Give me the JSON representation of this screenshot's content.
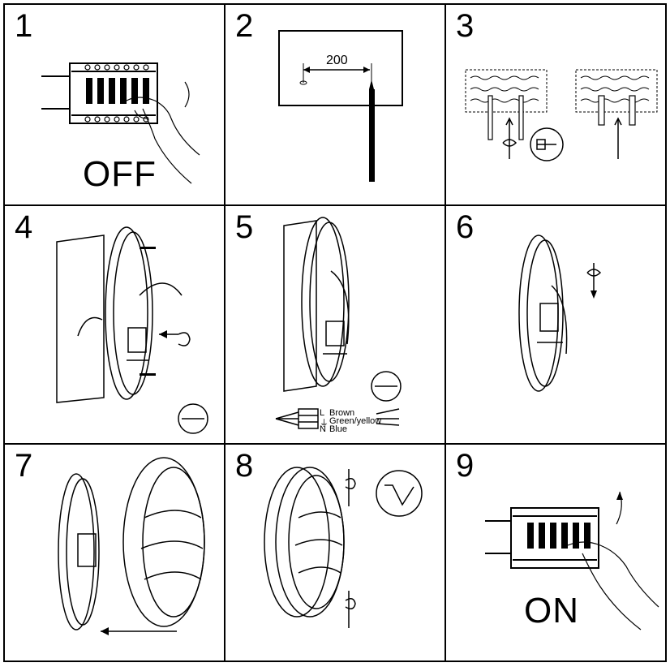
{
  "steps": [
    {
      "number": "1",
      "label": "OFF"
    },
    {
      "number": "2",
      "dimension": "200"
    },
    {
      "number": "3"
    },
    {
      "number": "4"
    },
    {
      "number": "5",
      "wires": [
        {
          "terminal": "L",
          "color": "Brown"
        },
        {
          "terminal": "⏚",
          "color": "Green/yellow"
        },
        {
          "terminal": "N",
          "color": "Blue"
        }
      ]
    },
    {
      "number": "6"
    },
    {
      "number": "7"
    },
    {
      "number": "8"
    },
    {
      "number": "9",
      "label": "ON"
    }
  ]
}
